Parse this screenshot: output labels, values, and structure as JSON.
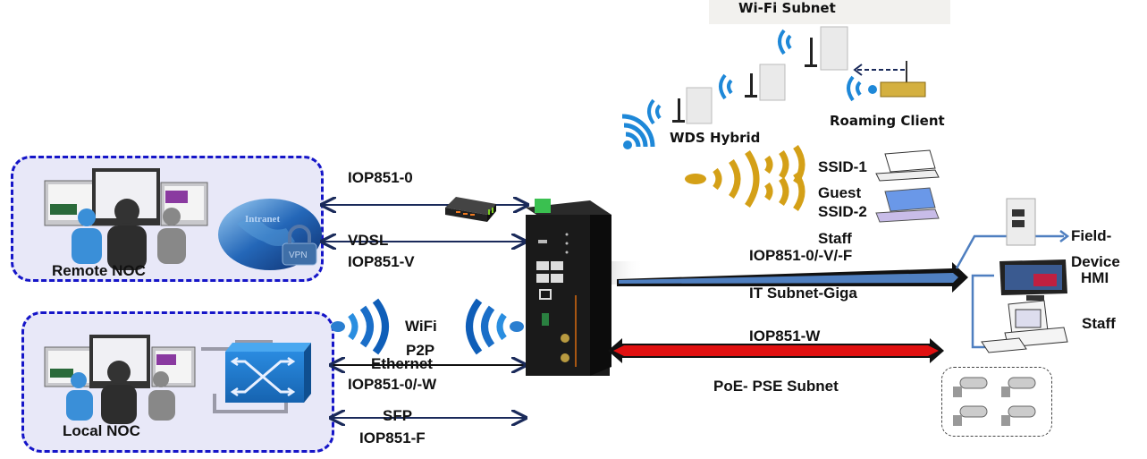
{
  "zones": {
    "remote_noc": {
      "label": "Remote NOC",
      "globe_text": "Intranet",
      "lock_text": "VPN"
    },
    "local_noc": {
      "label": "Local NOC"
    }
  },
  "links": {
    "iop0": {
      "label": "IOP851-0"
    },
    "vdsl": {
      "label_top": "VDSL",
      "label_bottom": "IOP851-V"
    },
    "wifi_p2p": {
      "label_top": "WiFi",
      "label_bottom": "P2P"
    },
    "ethernet": {
      "label_top": "Ethernet",
      "label_bottom": "IOP851-0/-W"
    },
    "sfp": {
      "label_top": "SFP",
      "label_bottom": "IOP851-F"
    },
    "it_subnet": {
      "label_top": "IOP851-0/-V/-F",
      "label_bottom": "IT Subnet-Giga",
      "color": "#4f7fc0"
    },
    "poe_subnet": {
      "label_top": "IOP851-W",
      "label_bottom": "PoE- PSE Subnet",
      "color": "#e01010"
    }
  },
  "wifi_subnet": {
    "title": "Wi-Fi Subnet",
    "wds_label": "WDS Hybrid",
    "roaming_label": "Roaming Client"
  },
  "ssids": {
    "ssid1": "SSID-1",
    "guest": "Guest",
    "ssid2": "SSID-2",
    "staff": "Staff"
  },
  "right_devices": {
    "field_top": "Field-",
    "field_bottom": "Device",
    "hmi": "HMI",
    "staff": "Staff"
  },
  "colors": {
    "zone_border": "#1515c8",
    "zone_fill": "#e8e8f8",
    "wifi_blue": "#1e88d8",
    "ssid_gold": "#d4a017",
    "link_navy": "#1a2a5a"
  }
}
